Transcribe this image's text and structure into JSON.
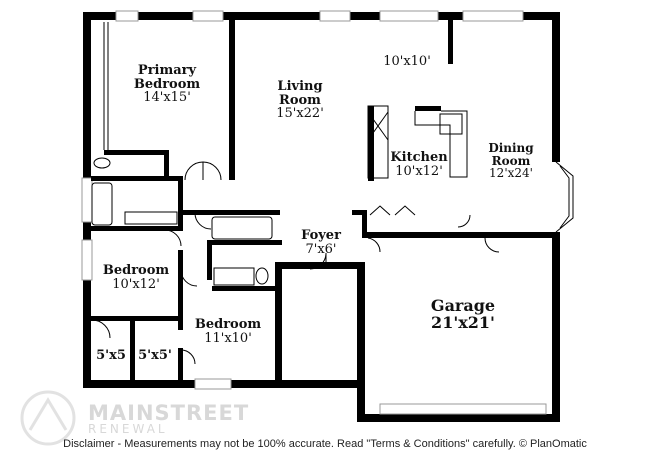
{
  "rooms": {
    "primary_bedroom": {
      "name_line1": "Primary",
      "name_line2": "Bedroom",
      "size": "14'x15'"
    },
    "living_room": {
      "name_line1": "Living",
      "name_line2": "Room",
      "size": "15'x22'"
    },
    "top_area": {
      "size": "10'x10'"
    },
    "kitchen": {
      "name": "Kitchen",
      "size": "10'x12'"
    },
    "dining_room": {
      "name_line1": "Dining",
      "name_line2": "Room",
      "size": "12'x24'"
    },
    "foyer": {
      "name": "Foyer",
      "size": "7'x6'"
    },
    "bedroom_left": {
      "name": "Bedroom",
      "size": "10'x12'"
    },
    "bedroom_bottom": {
      "name": "Bedroom",
      "size": "11'x10'"
    },
    "closet_1": {
      "size": "5'x5"
    },
    "closet_2": {
      "size": "5'x5'"
    },
    "garage": {
      "name": "Garage",
      "size": "21'x21'"
    }
  },
  "logo": {
    "line1": "MAINSTREET",
    "line2": "RENEWAL"
  },
  "disclaimer": "Disclaimer - Measurements may not be 100% accurate. Read \"Terms & Conditions\" carefully. © PlanOmatic"
}
